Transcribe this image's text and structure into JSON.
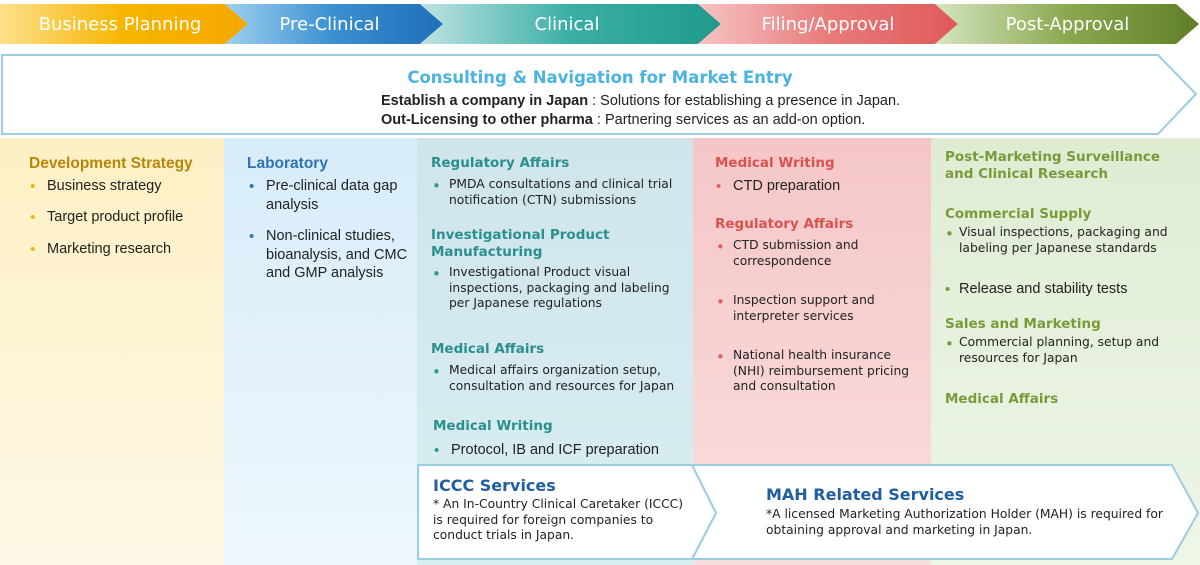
{
  "colors": {
    "business_planning": "#f7b500",
    "pre_clinical": "#3a8fd0",
    "clinical": "#2aa69a",
    "filing_approval": "#e46a6a",
    "post_approval": "#6a8a2f",
    "consulting_title": "#4ab3e0"
  },
  "stages": [
    {
      "label": "Business Planning"
    },
    {
      "label": "Pre-Clinical"
    },
    {
      "label": "Clinical"
    },
    {
      "label": "Filing/Approval"
    },
    {
      "label": "Post-Approval"
    }
  ],
  "consulting": {
    "title": "Consulting & Navigation for Market Entry",
    "line1_bold": "Establish a company in Japan",
    "line1_rest": " : Solutions for establishing a presence in Japan.",
    "line2_bold": "Out-Licensing to other pharma",
    "line2_rest": " : Partnering services as an add-on option."
  },
  "business_planning": {
    "heading": "Development Strategy",
    "items": [
      "Business strategy",
      "Target product profile",
      "Marketing research"
    ]
  },
  "pre_clinical": {
    "heading": "Laboratory",
    "items": [
      "Pre-clinical data gap analysis",
      "Non-clinical studies, bioanalysis, and CMC and GMP analysis"
    ]
  },
  "clinical": {
    "reg_heading": "Regulatory Affairs",
    "reg_item": "PMDA consultations and clinical trial notification (CTN) submissions",
    "ipm_heading": "Investigational Product Manufacturing",
    "ipm_item": "Investigational Product visual inspections, packaging and labeling per Japanese regulations",
    "ma_heading": "Medical Affairs",
    "ma_item": "Medical affairs organization setup, consultation and resources for Japan",
    "mw_heading": "Medical Writing",
    "mw_item": "Protocol, IB and ICF preparation"
  },
  "filing": {
    "mw_heading": "Medical Writing",
    "mw_item": "CTD preparation",
    "ra_heading": "Regulatory Affairs",
    "ra_items": [
      "CTD submission and correspondence",
      "Inspection support and interpreter services",
      "National health insurance (NHI) reimbursement pricing and consultation"
    ]
  },
  "post_approval": {
    "pms_heading": "Post-Marketing  Surveillance and Clinical Research",
    "cs_heading": "Commercial Supply",
    "cs_item1": "Visual inspections, packaging and labeling per Japanese standards",
    "cs_item2": "Release and stability tests",
    "sm_heading": "Sales and Marketing",
    "sm_item": "Commercial planning, setup and resources for Japan",
    "ma_heading": "Medical Affairs"
  },
  "iccc": {
    "title": "ICCC Services",
    "text": "* An In-Country Clinical Caretaker (ICCC) is required for foreign companies to conduct trials in Japan."
  },
  "mah": {
    "title": "MAH Related Services",
    "text": "*A licensed Marketing Authorization Holder (MAH) is required for obtaining  approval and marketing in Japan."
  }
}
